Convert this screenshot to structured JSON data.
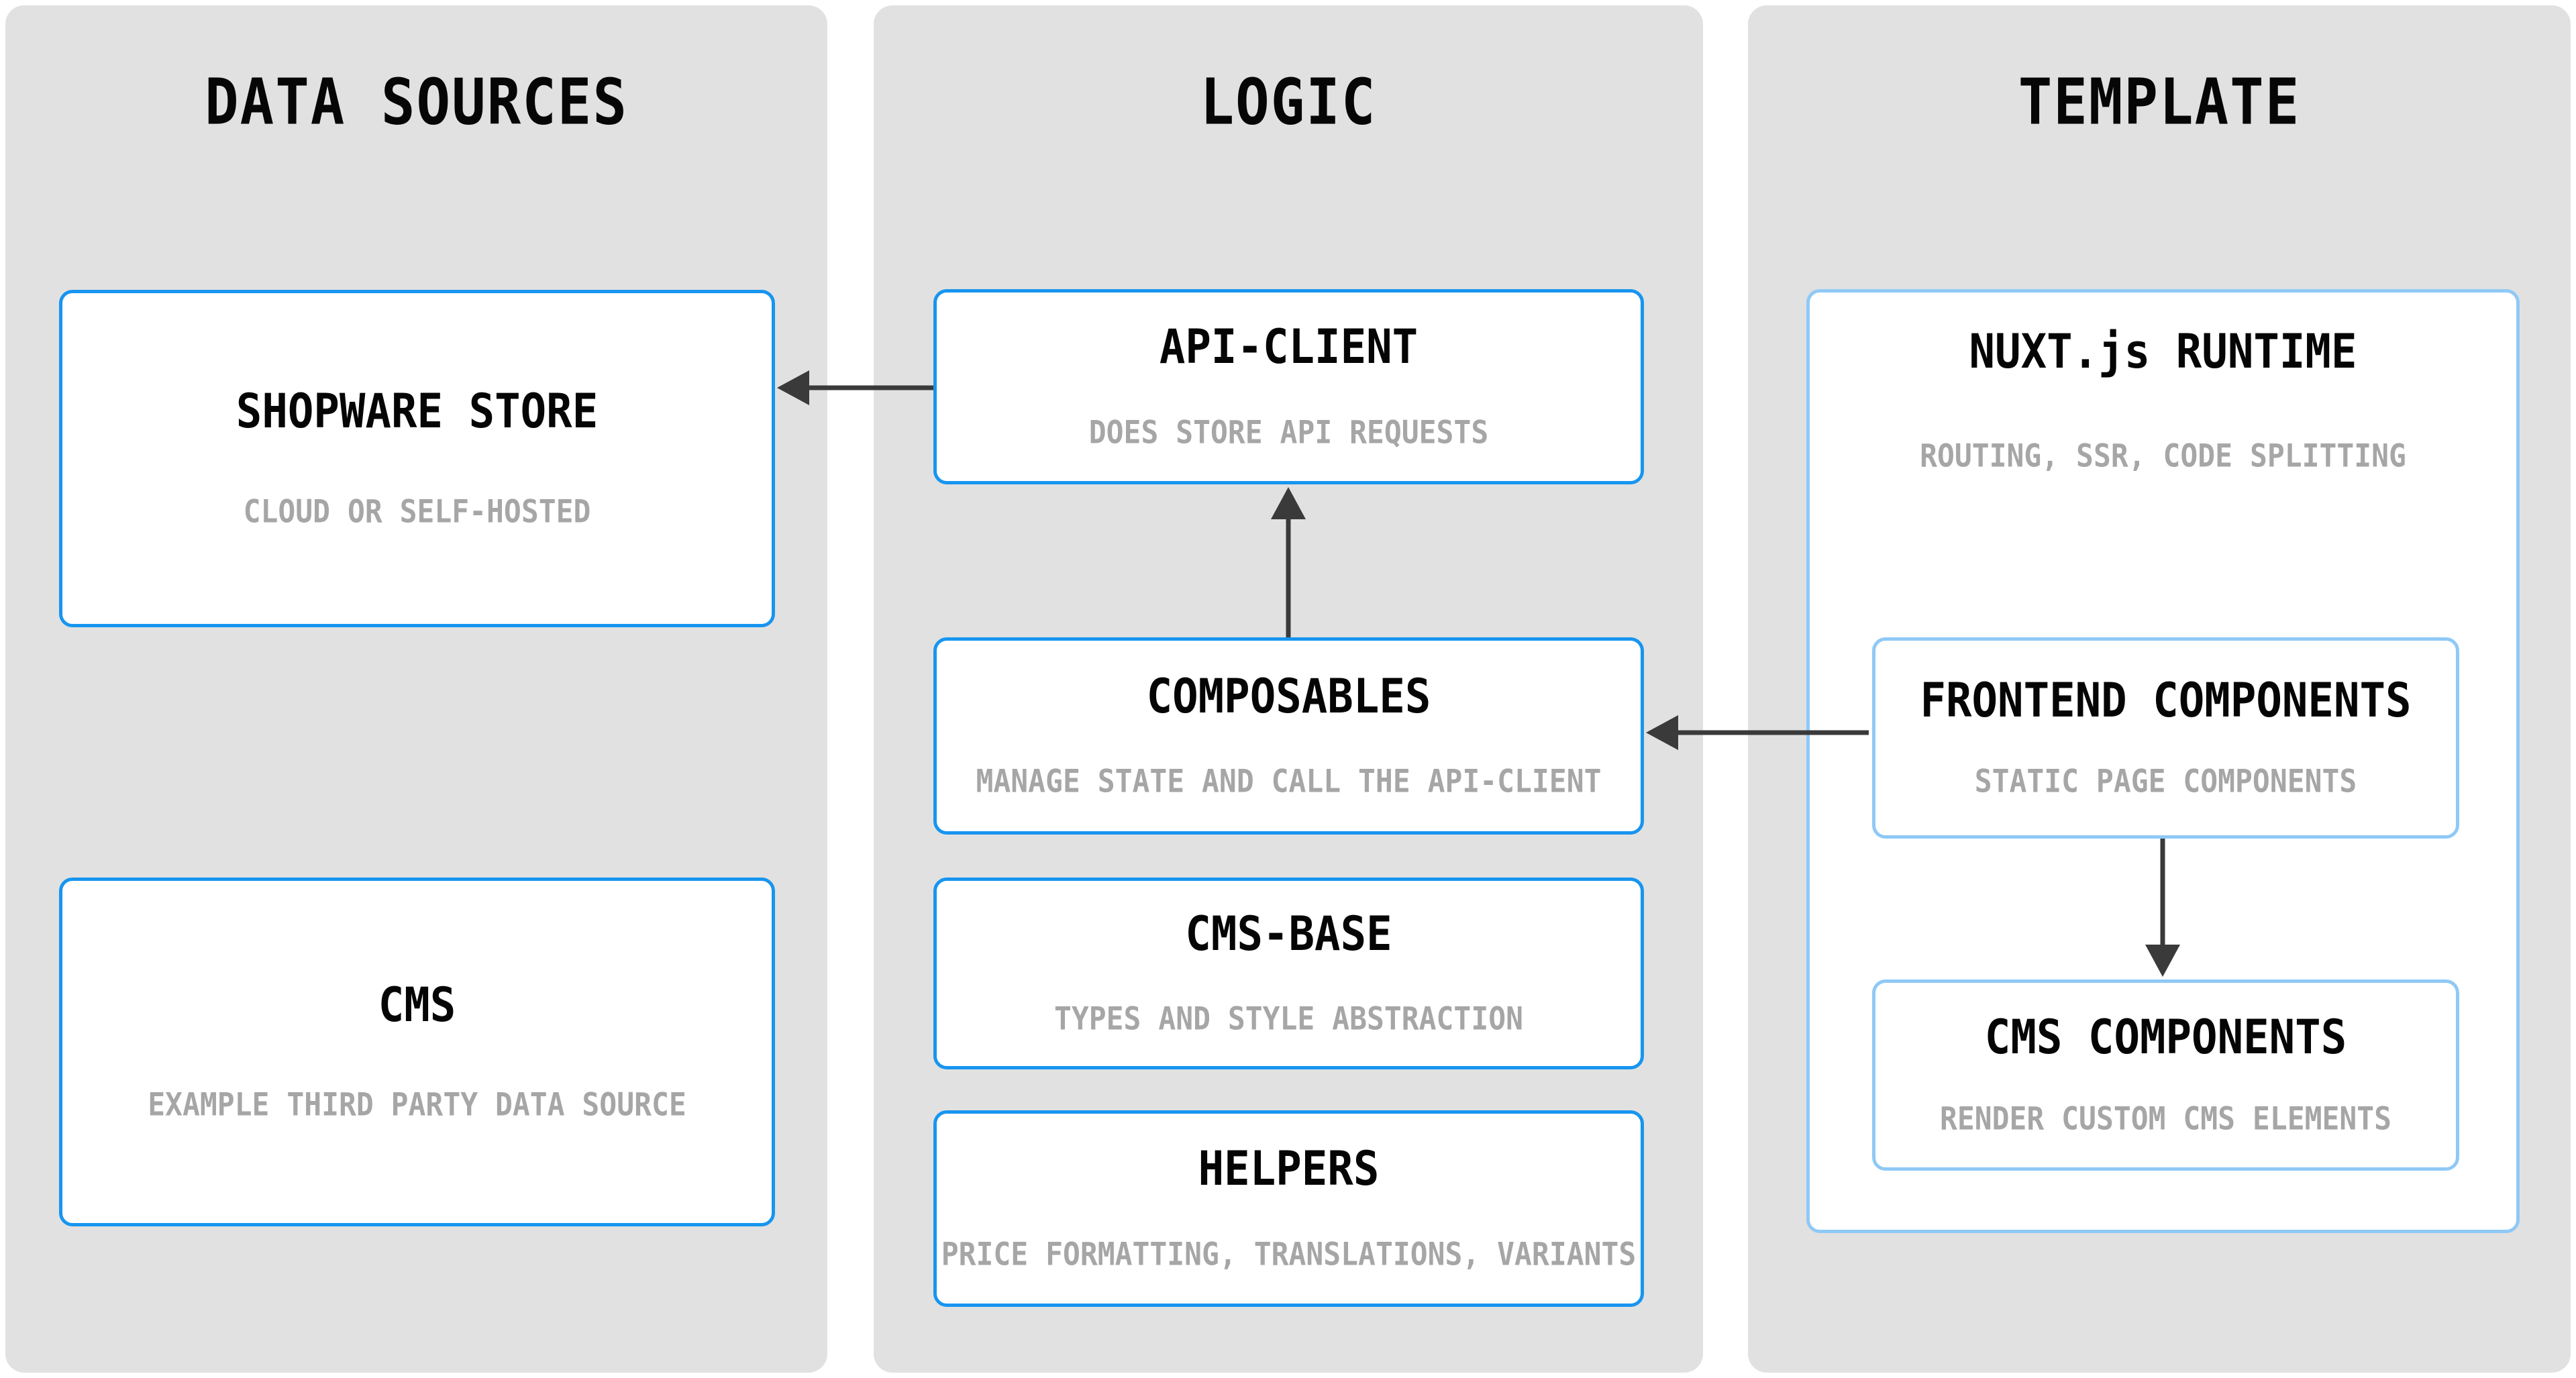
{
  "colors": {
    "panel_background": "#e1e1e1",
    "page_background": "#ffffff",
    "box_border_strong_blue": "#1795f0",
    "box_border_light_blue": "#8fc9f6",
    "title_text": "#050505",
    "subtitle_text": "#a6a6a6",
    "arrow": "#3a3a3a"
  },
  "columns": [
    {
      "title": "DATA SOURCES",
      "boxes": [
        {
          "title": "SHOPWARE STORE",
          "subtitle": "CLOUD OR SELF-HOSTED"
        },
        {
          "title": "CMS",
          "subtitle": "EXAMPLE THIRD PARTY DATA SOURCE"
        }
      ]
    },
    {
      "title": "LOGIC",
      "boxes": [
        {
          "title": "API-CLIENT",
          "subtitle": "DOES STORE API REQUESTS"
        },
        {
          "title": "COMPOSABLES",
          "subtitle": "MANAGE STATE AND CALL THE API-CLIENT"
        },
        {
          "title": "CMS-BASE",
          "subtitle": "TYPES AND STYLE ABSTRACTION"
        },
        {
          "title": "HELPERS",
          "subtitle": "PRICE FORMATTING, TRANSLATIONS, VARIANTS"
        }
      ]
    },
    {
      "title": "TEMPLATE",
      "boxes": [
        {
          "title": "NUXT.js RUNTIME",
          "subtitle": "ROUTING, SSR, CODE SPLITTING",
          "children": [
            {
              "title": "FRONTEND COMPONENTS",
              "subtitle": "STATIC PAGE COMPONENTS"
            },
            {
              "title": "CMS COMPONENTS",
              "subtitle": "RENDER CUSTOM CMS ELEMENTS"
            }
          ]
        }
      ]
    }
  ],
  "arrows": [
    {
      "from": "API-CLIENT",
      "to": "SHOPWARE STORE",
      "direction": "left"
    },
    {
      "from": "COMPOSABLES",
      "to": "API-CLIENT",
      "direction": "up"
    },
    {
      "from": "FRONTEND COMPONENTS",
      "to": "COMPOSABLES",
      "direction": "left"
    },
    {
      "from": "FRONTEND COMPONENTS",
      "to": "CMS COMPONENTS",
      "direction": "down"
    }
  ]
}
